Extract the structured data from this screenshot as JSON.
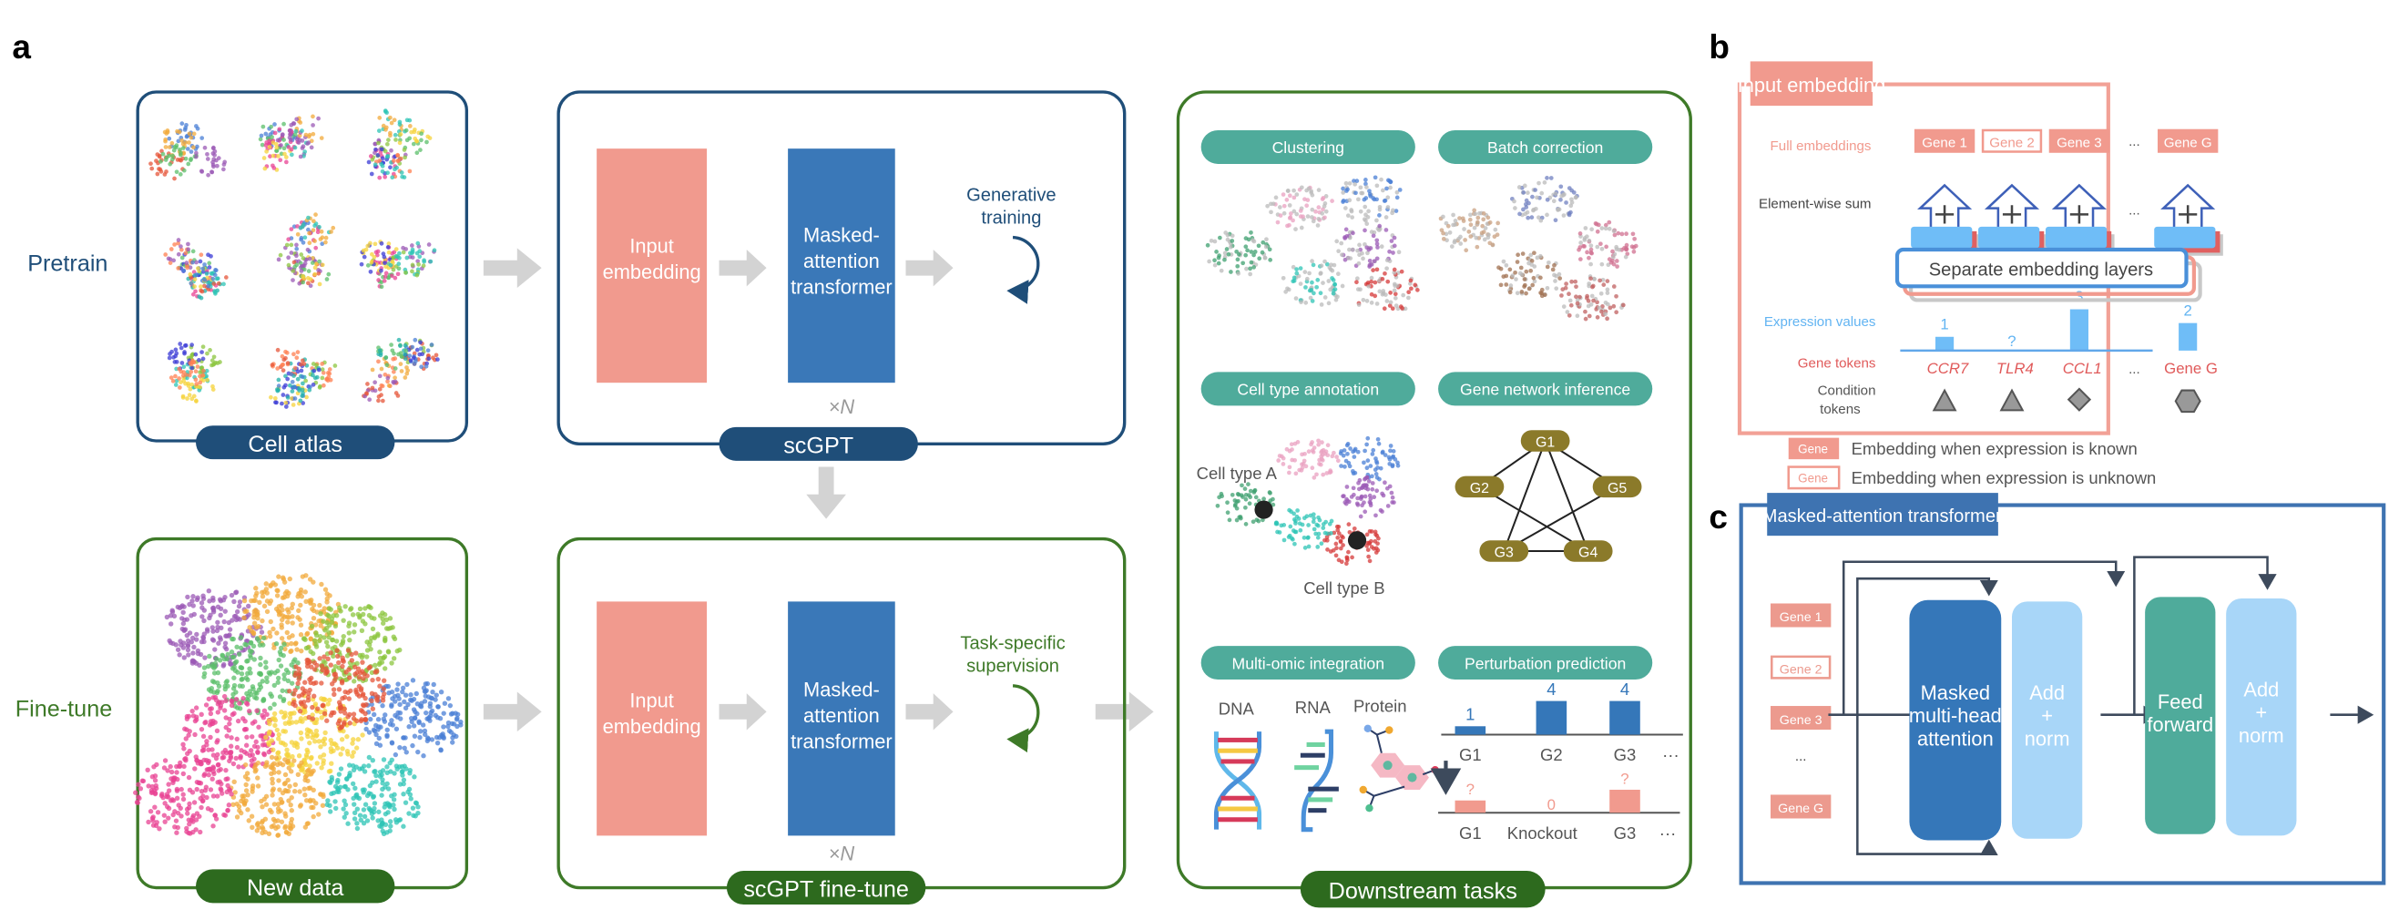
{
  "colors": {
    "navy": "#1f4e79",
    "green": "#3e7a28",
    "dark_green": "#2d6a1e",
    "salmon": "#f19a8e",
    "blue": "#3577b9",
    "light_blue": "#a8d6f8",
    "teal": "#4fab9b",
    "gray_arrow": "#cfcfcf"
  },
  "panel_labels": {
    "a": "a",
    "b": "b",
    "c": "c"
  },
  "panel_a": {
    "row_labels": {
      "pretrain": "Pretrain",
      "finetune": "Fine-tune"
    },
    "cell_atlas": {
      "label": "Cell atlas"
    },
    "new_data": {
      "label": "New data"
    },
    "scgpt": {
      "label": "scGPT",
      "input_embedding": "Input embedding",
      "transformer": "Masked-attention transformer",
      "training": "Generative training",
      "repeat": "×N"
    },
    "scgpt_finetune": {
      "label": "scGPT fine-tune",
      "input_embedding": "Input embedding",
      "transformer": "Masked-attention transformer",
      "training": "Task-specific supervision",
      "repeat": "×N"
    },
    "downstream": {
      "label": "Downstream tasks",
      "tasks": [
        "Clustering",
        "Batch correction",
        "Cell type annotation",
        "Gene network inference",
        "Multi-omic integration",
        "Perturbation prediction"
      ],
      "annotation": {
        "type_a": "Cell type A",
        "type_b": "Cell type B"
      },
      "network_nodes": [
        "G1",
        "G2",
        "G3",
        "G4",
        "G5"
      ],
      "multiomic": [
        "DNA",
        "RNA",
        "Protein"
      ],
      "perturbation": {
        "before": {
          "labels": [
            "G1",
            "G2",
            "G3",
            "···"
          ],
          "values": [
            "1",
            "4",
            "4"
          ]
        },
        "after": {
          "labels": [
            "G1",
            "Knockout",
            "G3",
            "···"
          ],
          "values": [
            "?",
            "0",
            "?"
          ]
        }
      }
    }
  },
  "panel_b": {
    "title": "Input embedding",
    "full_embeddings": "Full embeddings",
    "genes": [
      "Gene 1",
      "Gene 2",
      "Gene 3",
      "Gene G"
    ],
    "ellipsis": "...",
    "element_wise_sum": "Element-wise sum",
    "separate_layers": "Separate embedding layers",
    "expression_values": "Expression values",
    "expr": [
      "1",
      "?",
      "3",
      "2"
    ],
    "gene_tokens": "Gene tokens",
    "tokens": [
      "CCR7",
      "TLR4",
      "CCL1",
      "Gene G"
    ],
    "condition_tokens": [
      "Condition",
      "tokens"
    ],
    "legend": {
      "chip": "Gene",
      "known": "Embedding when expression is known",
      "unknown": "Embedding when expression is unknown"
    }
  },
  "panel_c": {
    "title": "Masked-attention transformer",
    "genes": [
      "Gene 1",
      "Gene 2",
      "Gene 3",
      "...",
      "Gene G"
    ],
    "attention": [
      "Masked",
      "multi-head",
      "attention"
    ],
    "add_norm": [
      "Add",
      "+",
      "norm"
    ],
    "feed_forward": [
      "Feed",
      "forward"
    ]
  }
}
